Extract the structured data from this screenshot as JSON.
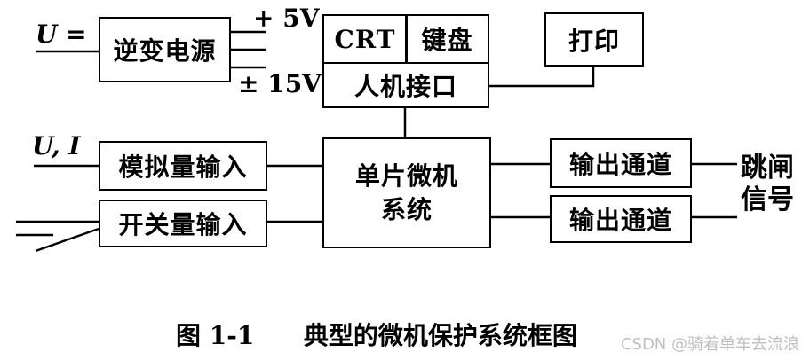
{
  "inputs": {
    "u_dc": "U =",
    "ui": "U, I",
    "v_plus5": "+ 5V",
    "v_pm15": "± 15V"
  },
  "blocks": {
    "inverter_psu": "逆变电源",
    "crt": "CRT",
    "keyboard": "键盘",
    "printer": "打印",
    "hmi": "人机接口",
    "analog_input": "模拟量输入",
    "switch_input": "开关量输入",
    "mcu_line1": "单片微机",
    "mcu_line2": "系统",
    "output1": "输出通道",
    "output2": "输出通道"
  },
  "outputs": {
    "trip_line1": "跳闸",
    "trip_line2": "信号"
  },
  "caption": {
    "number": "图 1-1",
    "title": "典型的微机保护系统框图"
  },
  "watermark": "CSDN @骑着单车去流浪"
}
